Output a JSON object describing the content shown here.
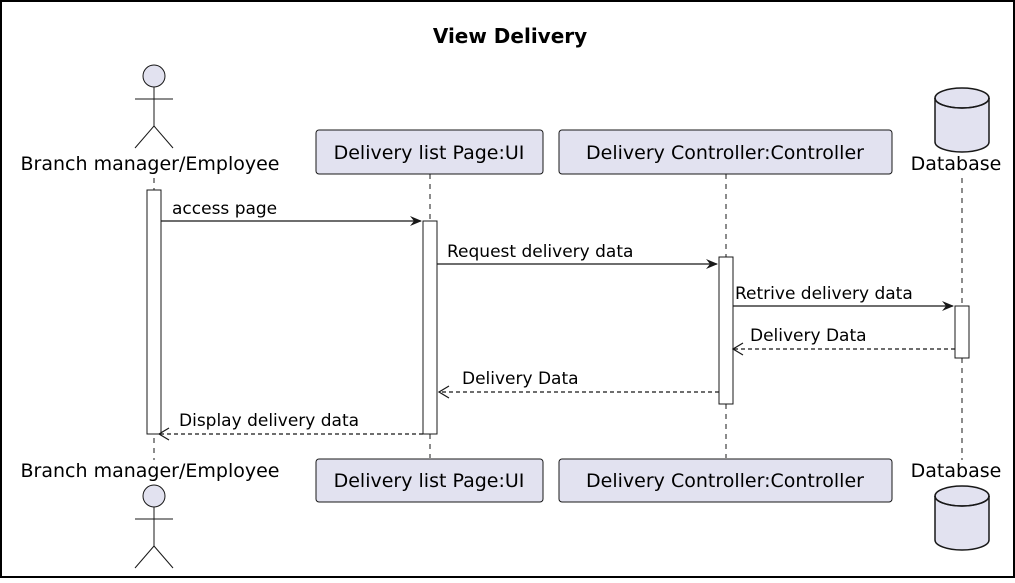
{
  "diagram": {
    "title": "View Delivery",
    "participants": [
      {
        "id": "actor",
        "label": "Branch manager/Employee",
        "kind": "actor"
      },
      {
        "id": "ui",
        "label": "Delivery list Page:UI",
        "kind": "participant"
      },
      {
        "id": "ctrl",
        "label": "Delivery Controller:Controller",
        "kind": "participant"
      },
      {
        "id": "db",
        "label": "Database",
        "kind": "database"
      }
    ],
    "messages": [
      {
        "from": "actor",
        "to": "ui",
        "label": "access page",
        "style": "solid"
      },
      {
        "from": "ui",
        "to": "ctrl",
        "label": "Request delivery data",
        "style": "solid"
      },
      {
        "from": "ctrl",
        "to": "db",
        "label": "Retrive delivery data",
        "style": "solid"
      },
      {
        "from": "db",
        "to": "ctrl",
        "label": "Delivery Data",
        "style": "dashed"
      },
      {
        "from": "ctrl",
        "to": "ui",
        "label": "Delivery Data",
        "style": "dashed"
      },
      {
        "from": "ui",
        "to": "actor",
        "label": "Display delivery data",
        "style": "dashed"
      }
    ],
    "colors": {
      "participant_fill": "#e2e2f0",
      "participant_stroke": "#181818",
      "activation_fill": "#ffffff",
      "line": "#181818",
      "lifeline": "#181818",
      "frame": "#000000"
    }
  }
}
